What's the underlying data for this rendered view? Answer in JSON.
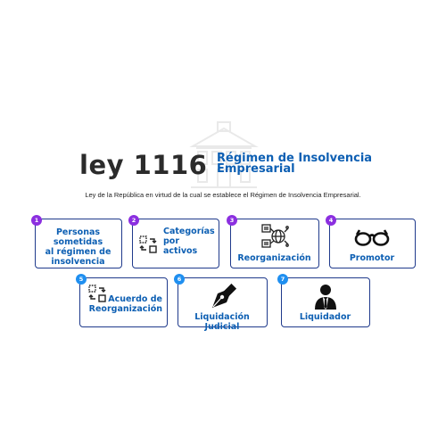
{
  "header": {
    "title": "ley 1116",
    "subtitle_line1": "Régimen de Insolvencia",
    "subtitle_line2": "Empresarial",
    "description": "Ley de la República en virtud de la cual se establece el Régimen de Insolvencia Empresarial."
  },
  "colors": {
    "accent_blue": "#0d5fb3",
    "card_border": "#1f3a8c",
    "badge_purple": "#8b2fe0",
    "badge_blue": "#1f8ff0"
  },
  "cards": [
    {
      "number": "1",
      "lines": [
        "Personas sometidas",
        "al régimen de",
        "insolvencia"
      ],
      "icon": "none"
    },
    {
      "number": "2",
      "lines": [
        "Categorías",
        "por",
        "activos"
      ],
      "icon": "category-swap-icon"
    },
    {
      "number": "3",
      "lines": [
        "Reorganización"
      ],
      "icon": "network-globe-icon"
    },
    {
      "number": "4",
      "lines": [
        "Promotor"
      ],
      "icon": "glasses-icon"
    },
    {
      "number": "5",
      "lines": [
        "Acuerdo de",
        "Reorganización"
      ],
      "icon": "agreement-swap-icon"
    },
    {
      "number": "6",
      "lines": [
        "Liquidación Judicial"
      ],
      "icon": "fountain-pen-icon"
    },
    {
      "number": "7",
      "lines": [
        "Liquidador"
      ],
      "icon": "businessman-icon"
    }
  ]
}
